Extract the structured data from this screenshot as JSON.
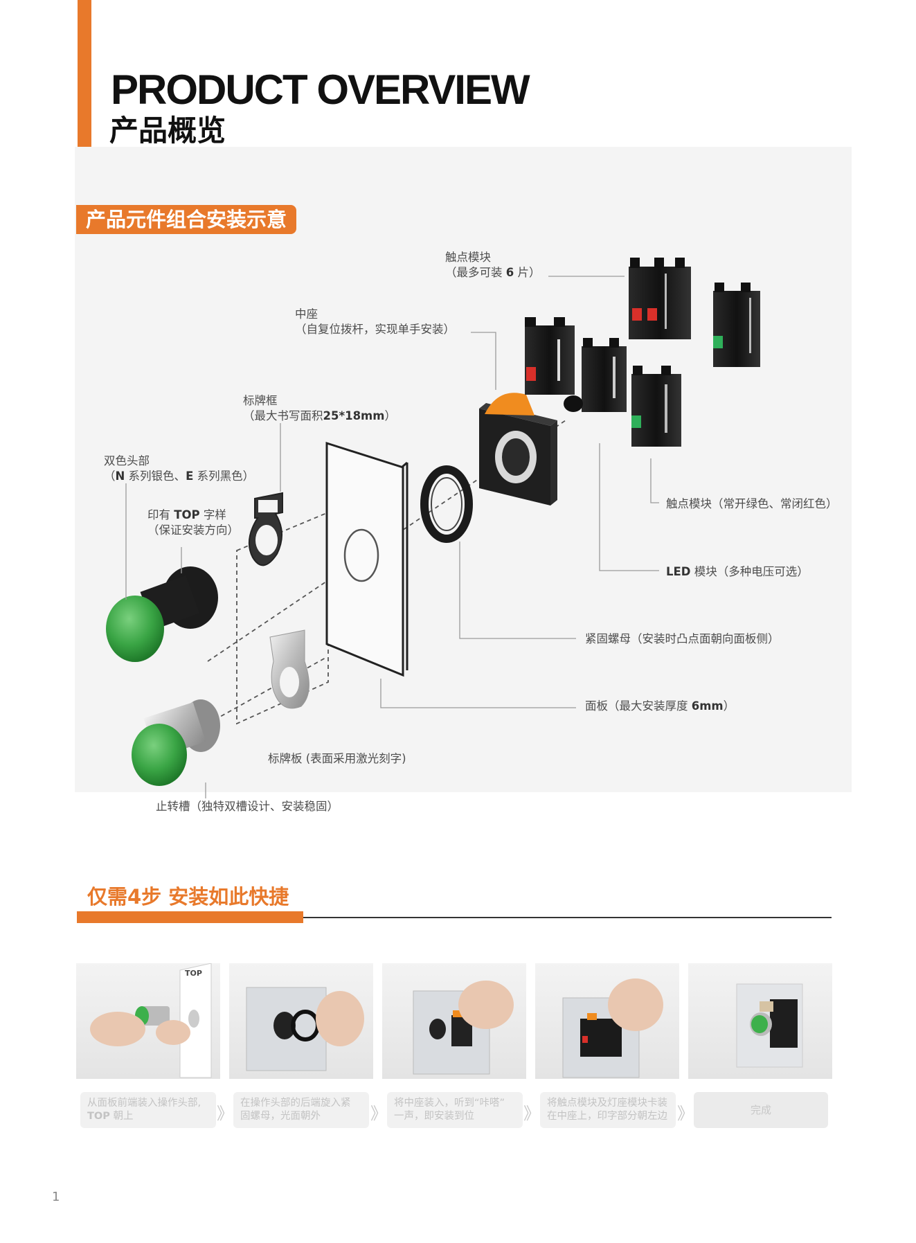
{
  "header": {
    "title_en": "PRODUCT OVERVIEW",
    "title_cn": "产品概览"
  },
  "section1": {
    "tag": "产品元件组合安装示意",
    "labels": {
      "contact_top_1": "触点模块",
      "contact_top_2": "（最多可装 ",
      "contact_top_num": "6",
      "contact_top_3": " 片）",
      "base_1": "中座",
      "base_2": "（自复位拨杆，实现单手安装）",
      "frame_1": "标牌框",
      "frame_2": "（最大书写面积",
      "frame_num": "25*18mm",
      "frame_3": "）",
      "head_1": "双色头部",
      "head_2a": "（",
      "head_n": "N",
      "head_2b": " 系列银色、",
      "head_e": "E",
      "head_2c": " 系列黑色）",
      "top_1a": "印有 ",
      "top_b": "TOP",
      "top_1c": " 字样",
      "top_2": "（保证安装方向）",
      "contact_right": "触点模块（常开绿色、常闭红色）",
      "led_a": "LED",
      "led_b": " 模块（多种电压可选）",
      "nut": "紧固螺母（安装时凸点面朝向面板侧）",
      "panel_a": "面板（最大安装厚度 ",
      "panel_b": "6mm",
      "panel_c": "）",
      "plate": "标牌板 (表面采用激光刻字)",
      "groove": "止转槽（独特双槽设计、安装稳固）"
    }
  },
  "section2": {
    "title": "仅需4步 安装如此快捷",
    "top_mark": "TOP",
    "steps": [
      {
        "line1": "从面板前端装入操作头部,",
        "line2a": "TOP",
        "line2b": " 朝上"
      },
      {
        "line1": "在操作头部的后端旋入紧",
        "line2a": "",
        "line2b": "固螺母，光面朝外"
      },
      {
        "line1": "将中座装入，听到“咔嗒”",
        "line2a": "",
        "line2b": "一声，即安装到位"
      },
      {
        "line1": "将触点模块及灯座模块卡装",
        "line2a": "",
        "line2b": "在中座上，印字部分朝左边"
      }
    ],
    "done": "完成",
    "chevron": "》"
  },
  "footer": {
    "page_number": "1"
  },
  "colors": {
    "accent": "#e8792b",
    "button_green": "#3db04b",
    "contact_red": "#d9302a"
  }
}
